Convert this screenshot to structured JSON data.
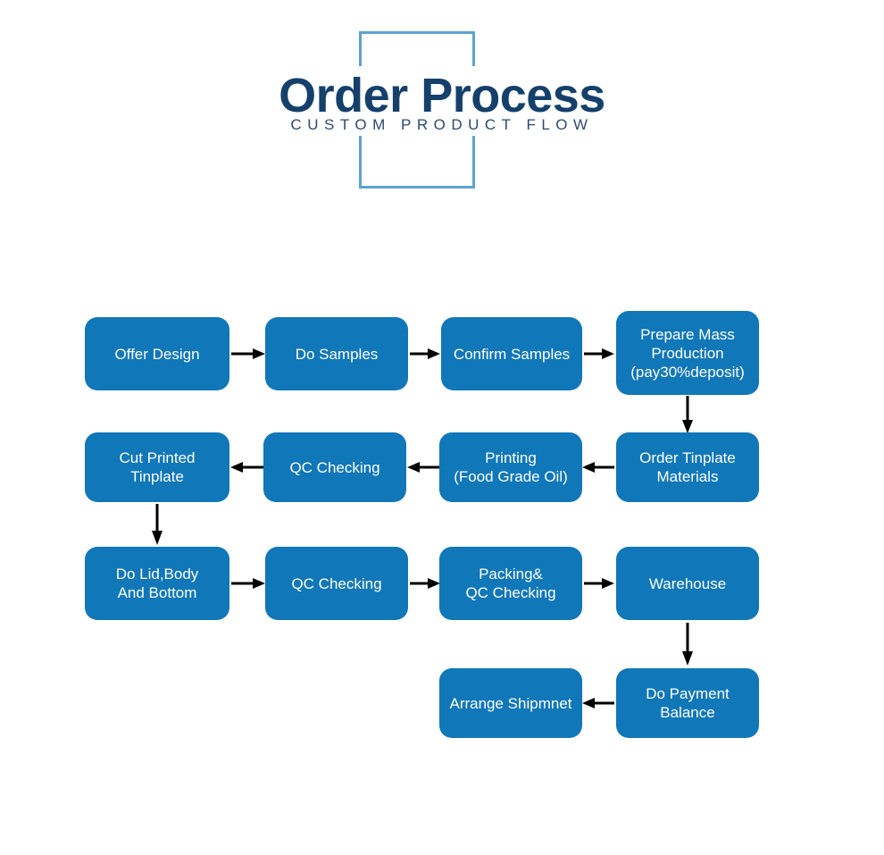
{
  "header": {
    "title": "Order Process",
    "subtitle": "CUSTOM PRODUCT FLOW",
    "frame_color": "#5ba3d0",
    "title_color": "#14406b",
    "subtitle_color": "#2b4a6f"
  },
  "theme": {
    "node_fill": "#1077b8",
    "node_text": "#ffffff",
    "arrow_color": "#000000",
    "background": "#ffffff"
  },
  "chart_data": {
    "type": "flowchart",
    "title": "Order Process",
    "subtitle": "CUSTOM PRODUCT FLOW",
    "direction": "serpentine (row1 left-to-right, row2 right-to-left, row3 left-to-right, row4 right-to-left)",
    "nodes": [
      {
        "id": "n1",
        "label": "Offer Design",
        "row": 1,
        "col": 1
      },
      {
        "id": "n2",
        "label": "Do Samples",
        "row": 1,
        "col": 2
      },
      {
        "id": "n3",
        "label": "Confirm Samples",
        "row": 1,
        "col": 3
      },
      {
        "id": "n4",
        "label": "Prepare Mass\nProduction\n(pay30%deposit)",
        "row": 1,
        "col": 4
      },
      {
        "id": "n5",
        "label": "Order Tinplate\nMaterials",
        "row": 2,
        "col": 4
      },
      {
        "id": "n6",
        "label": "Printing\n(Food Grade Oil)",
        "row": 2,
        "col": 3
      },
      {
        "id": "n7",
        "label": "QC Checking",
        "row": 2,
        "col": 2
      },
      {
        "id": "n8",
        "label": "Cut Printed\nTinplate",
        "row": 2,
        "col": 1
      },
      {
        "id": "n9",
        "label": "Do Lid,Body\nAnd Bottom",
        "row": 3,
        "col": 1
      },
      {
        "id": "n10",
        "label": "QC Checking",
        "row": 3,
        "col": 2
      },
      {
        "id": "n11",
        "label": "Packing&\nQC Checking",
        "row": 3,
        "col": 3
      },
      {
        "id": "n12",
        "label": "Warehouse",
        "row": 3,
        "col": 4
      },
      {
        "id": "n13",
        "label": "Do Payment\nBalance",
        "row": 4,
        "col": 4
      },
      {
        "id": "n14",
        "label": "Arrange Shipmnet",
        "row": 4,
        "col": 3
      }
    ],
    "edges": [
      {
        "from": "n1",
        "to": "n2",
        "direction": "right"
      },
      {
        "from": "n2",
        "to": "n3",
        "direction": "right"
      },
      {
        "from": "n3",
        "to": "n4",
        "direction": "right"
      },
      {
        "from": "n4",
        "to": "n5",
        "direction": "down"
      },
      {
        "from": "n5",
        "to": "n6",
        "direction": "left"
      },
      {
        "from": "n6",
        "to": "n7",
        "direction": "left"
      },
      {
        "from": "n7",
        "to": "n8",
        "direction": "left"
      },
      {
        "from": "n8",
        "to": "n9",
        "direction": "down"
      },
      {
        "from": "n9",
        "to": "n10",
        "direction": "right"
      },
      {
        "from": "n10",
        "to": "n11",
        "direction": "right"
      },
      {
        "from": "n11",
        "to": "n12",
        "direction": "right"
      },
      {
        "from": "n12",
        "to": "n13",
        "direction": "down"
      },
      {
        "from": "n13",
        "to": "n14",
        "direction": "left"
      }
    ]
  }
}
